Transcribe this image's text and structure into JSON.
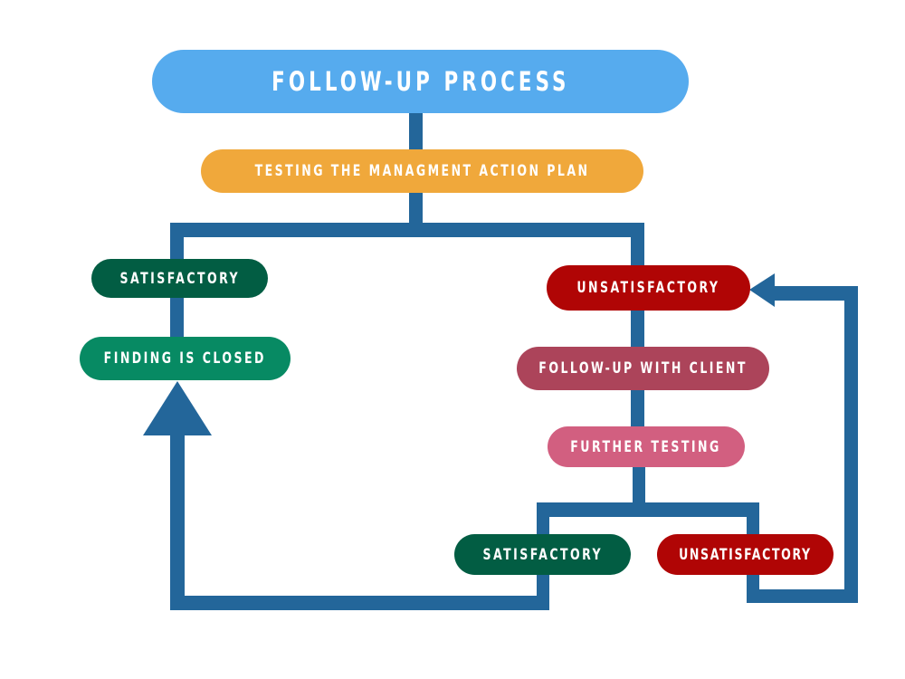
{
  "diagram": {
    "title": "FOLLOW-UP PROCESS",
    "nodes": {
      "testing_plan": "TESTING THE MANAGMENT ACTION PLAN",
      "satisfactory_1": "SATISFACTORY",
      "finding_closed": "FINDING IS CLOSED",
      "unsatisfactory_1": "UNSATISFACTORY",
      "follow_up_client": "FOLLOW-UP WITH CLIENT",
      "further_testing": "FURTHER TESTING",
      "satisfactory_2": "SATISFACTORY",
      "unsatisfactory_2": "UNSATISFACTORY"
    },
    "colors": {
      "title": "#56abee",
      "testing_plan": "#f0a83b",
      "satisfactory": "#025d43",
      "finding_closed": "#078a63",
      "unsatisfactory": "#b00505",
      "follow_up_client": "#ac445a",
      "further_testing": "#d25f80",
      "connector": "#23669a"
    },
    "edges": [
      {
        "from": "title",
        "to": "testing_plan"
      },
      {
        "from": "testing_plan",
        "to": "satisfactory_1"
      },
      {
        "from": "testing_plan",
        "to": "unsatisfactory_1"
      },
      {
        "from": "satisfactory_1",
        "to": "finding_closed"
      },
      {
        "from": "unsatisfactory_1",
        "to": "follow_up_client"
      },
      {
        "from": "follow_up_client",
        "to": "further_testing"
      },
      {
        "from": "further_testing",
        "to": "satisfactory_2"
      },
      {
        "from": "further_testing",
        "to": "unsatisfactory_2"
      },
      {
        "from": "satisfactory_2",
        "to": "finding_closed",
        "arrow": true
      },
      {
        "from": "unsatisfactory_2",
        "to": "unsatisfactory_1",
        "arrow": true
      }
    ]
  }
}
